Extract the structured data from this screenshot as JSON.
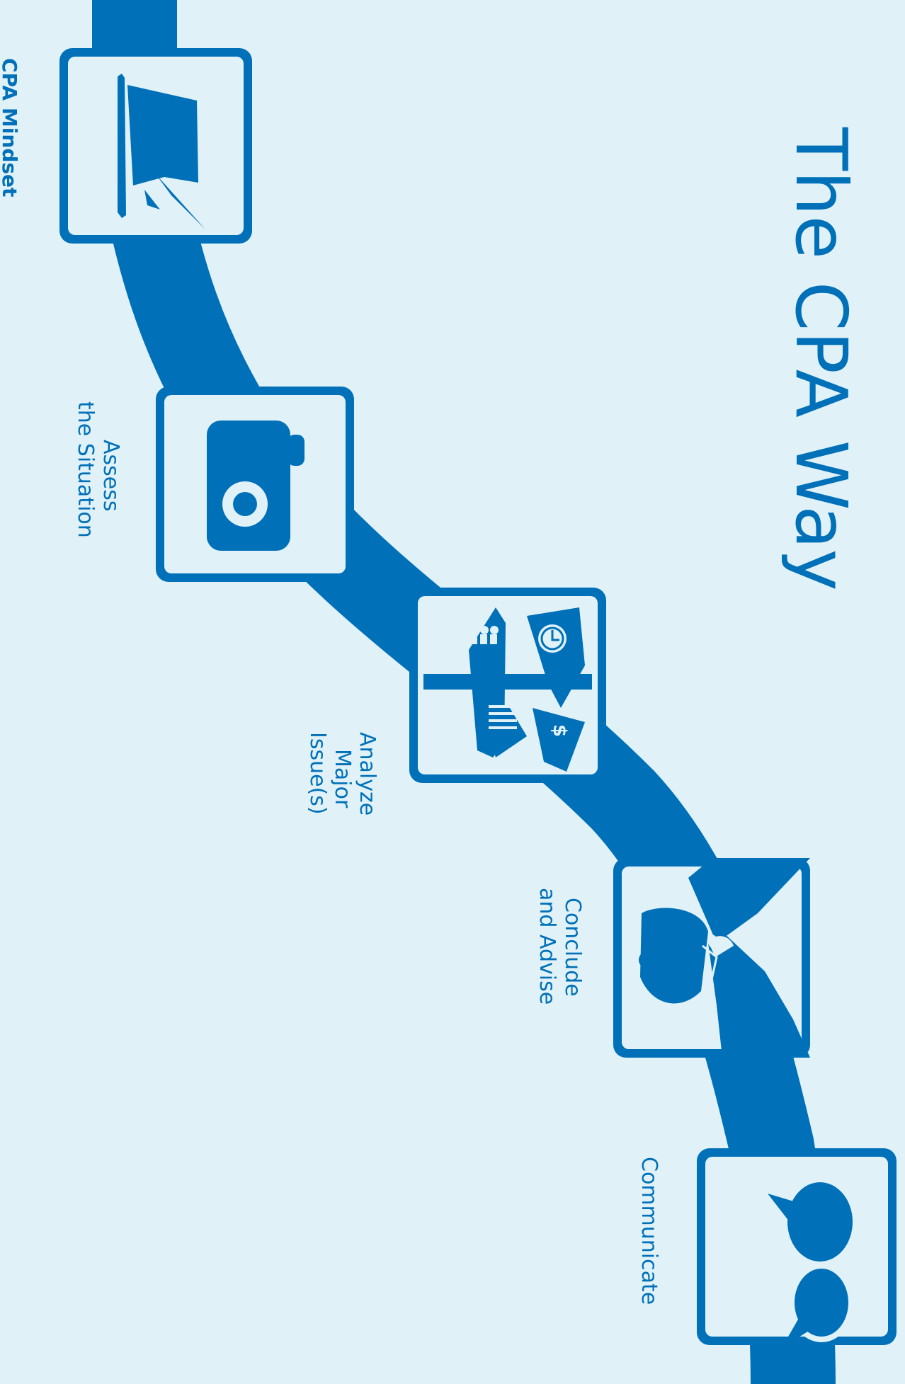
{
  "title": "The CPA Way",
  "colors": {
    "background": "#e0f2f8",
    "accent": "#0070b8"
  },
  "steps": [
    {
      "label": "CPA Mindset",
      "icon": "hat-icon"
    },
    {
      "label_lines": [
        "Assess",
        "the Situation"
      ],
      "icon": "camera-icon"
    },
    {
      "label_lines": [
        "Analyze",
        "Major",
        "Issue(s)"
      ],
      "icon": "signpost-icon"
    },
    {
      "label_lines": [
        "Conclude",
        "and Advise"
      ],
      "icon": "handshake-icon"
    },
    {
      "label": "Communicate",
      "icon": "speech-bubbles-icon"
    }
  ]
}
